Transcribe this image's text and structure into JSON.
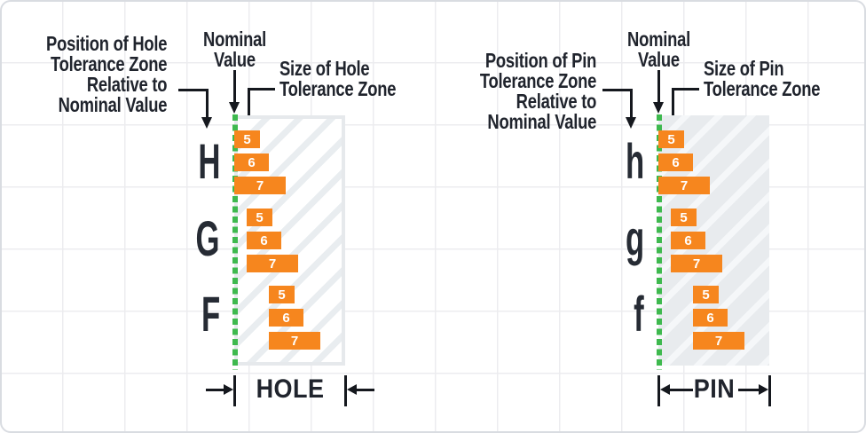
{
  "colors": {
    "bar_orange": "#F6861E",
    "nominal_green": "#3EB94E",
    "text_dark": "#20242D",
    "material_hatch_gray": "#E9EDF0",
    "pin_material_gray": "#E8EBEE"
  },
  "panels": [
    {
      "name": "hole",
      "position_label_lines": [
        "Position of Hole",
        "Tolerance Zone",
        "Relative to",
        "Nominal Value"
      ],
      "nominal_label_lines": [
        "Nominal",
        "Value"
      ],
      "size_label_lines": [
        "Size of Hole",
        "Tolerance Zone"
      ],
      "dimension_label": "HOLE",
      "groups": [
        {
          "letter": "H",
          "bars": [
            "5",
            "6",
            "7"
          ]
        },
        {
          "letter": "G",
          "bars": [
            "5",
            "6",
            "7"
          ]
        },
        {
          "letter": "F",
          "bars": [
            "5",
            "6",
            "7"
          ]
        }
      ]
    },
    {
      "name": "pin",
      "position_label_lines": [
        "Position of Pin",
        "Tolerance Zone",
        "Relative to",
        "Nominal Value"
      ],
      "nominal_label_lines": [
        "Nominal",
        "Value"
      ],
      "size_label_lines": [
        "Size of Pin",
        "Tolerance Zone"
      ],
      "dimension_label": "PIN",
      "groups": [
        {
          "letter": "h",
          "bars": [
            "5",
            "6",
            "7"
          ]
        },
        {
          "letter": "g",
          "bars": [
            "5",
            "6",
            "7"
          ]
        },
        {
          "letter": "f",
          "bars": [
            "5",
            "6",
            "7"
          ]
        }
      ]
    }
  ]
}
